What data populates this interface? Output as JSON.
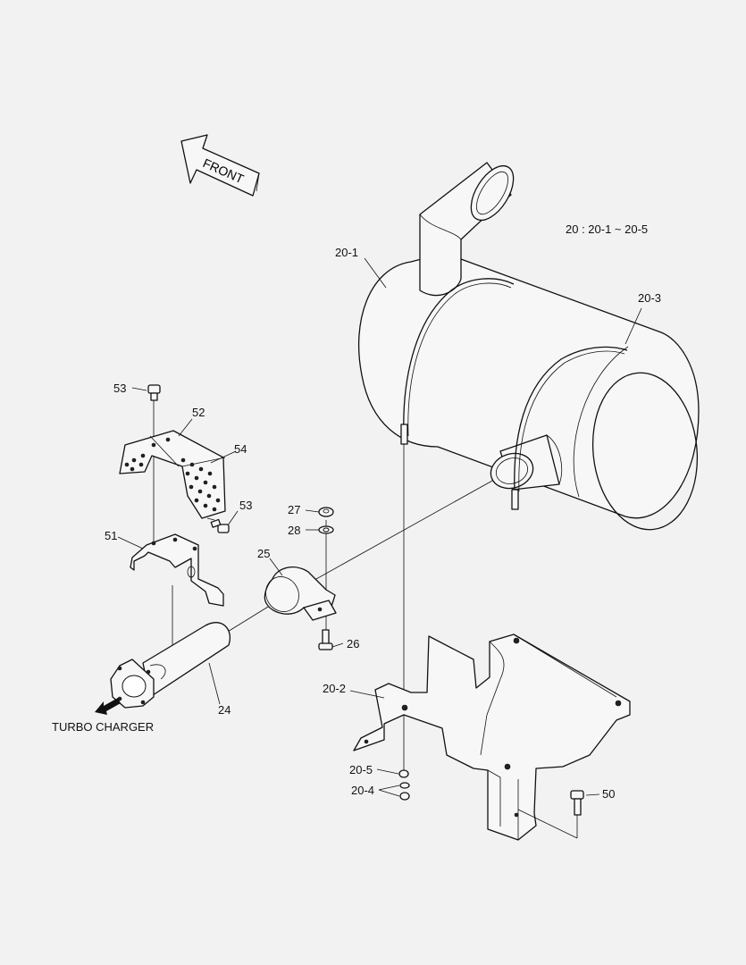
{
  "diagram": {
    "front_label": "FRONT",
    "note": "20 : 20-1 ~ 20-5",
    "input_label": "TURBO CHARGER",
    "callouts": {
      "c20_1": "20-1",
      "c20_3": "20-3",
      "c53_top": "53",
      "c52": "52",
      "c54": "54",
      "c53_bottom": "53",
      "c27": "27",
      "c28": "28",
      "c51": "51",
      "c25": "25",
      "c26": "26",
      "c20_2": "20-2",
      "c24": "24",
      "c20_5": "20-5",
      "c20_4": "20-4",
      "c50": "50"
    }
  }
}
